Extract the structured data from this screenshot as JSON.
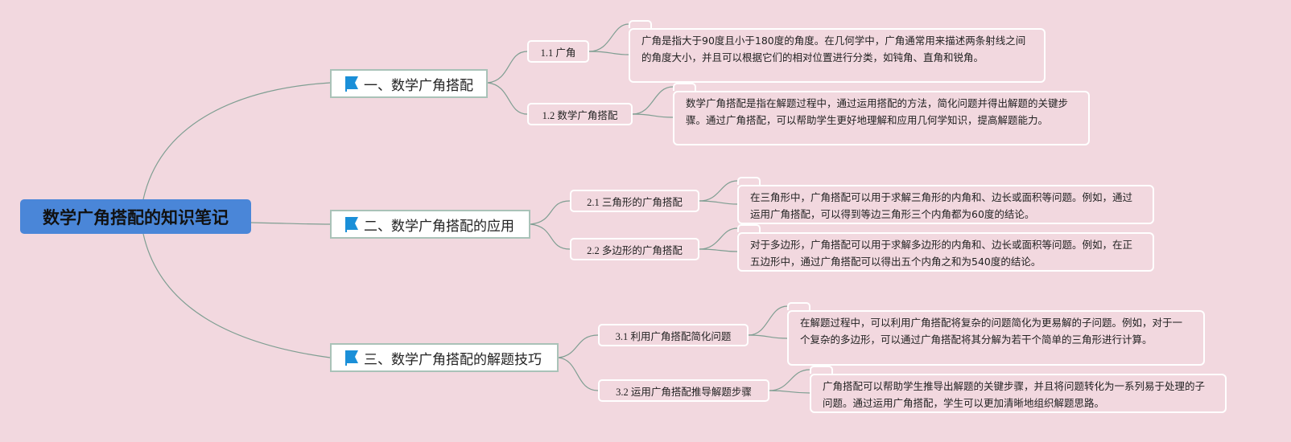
{
  "root": {
    "title": "数学广角搭配的知识笔记"
  },
  "branches": [
    {
      "label": "一、数学广角搭配",
      "icon": "flag-icon",
      "children": [
        {
          "label": "1.1 广角",
          "note": "广角是指大于90度且小于180度的角度。在几何学中，广角通常用来描述两条射线之间的角度大小，并且可以根据它们的相对位置进行分类，如钝角、直角和锐角。"
        },
        {
          "label": "1.2 数学广角搭配",
          "note": "数学广角搭配是指在解题过程中，通过运用搭配的方法，简化问题并得出解题的关键步骤。通过广角搭配，可以帮助学生更好地理解和应用几何学知识，提高解题能力。"
        }
      ]
    },
    {
      "label": "二、数学广角搭配的应用",
      "icon": "flag-icon",
      "children": [
        {
          "label": "2.1 三角形的广角搭配",
          "note": "在三角形中，广角搭配可以用于求解三角形的内角和、边长或面积等问题。例如，通过运用广角搭配，可以得到等边三角形三个内角都为60度的结论。"
        },
        {
          "label": "2.2 多边形的广角搭配",
          "note": "对于多边形，广角搭配可以用于求解多边形的内角和、边长或面积等问题。例如，在正五边形中，通过广角搭配可以得出五个内角之和为540度的结论。"
        }
      ]
    },
    {
      "label": "三、数学广角搭配的解题技巧",
      "icon": "flag-icon",
      "children": [
        {
          "label": "3.1 利用广角搭配简化问题",
          "note": "在解题过程中，可以利用广角搭配将复杂的问题简化为更易解的子问题。例如，对于一个复杂的多边形，可以通过广角搭配将其分解为若干个简单的三角形进行计算。"
        },
        {
          "label": "3.2 运用广角搭配推导解题步骤",
          "note": "广角搭配可以帮助学生推导出解题的关键步骤，并且将问题转化为一系列易于处理的子问题。通过运用广角搭配，学生可以更加清晰地组织解题思路。"
        }
      ]
    }
  ],
  "colors": {
    "background": "#f2d8df",
    "root": "#4a86d8",
    "flag": "#1a8fd8",
    "line": "#7f9e92"
  }
}
